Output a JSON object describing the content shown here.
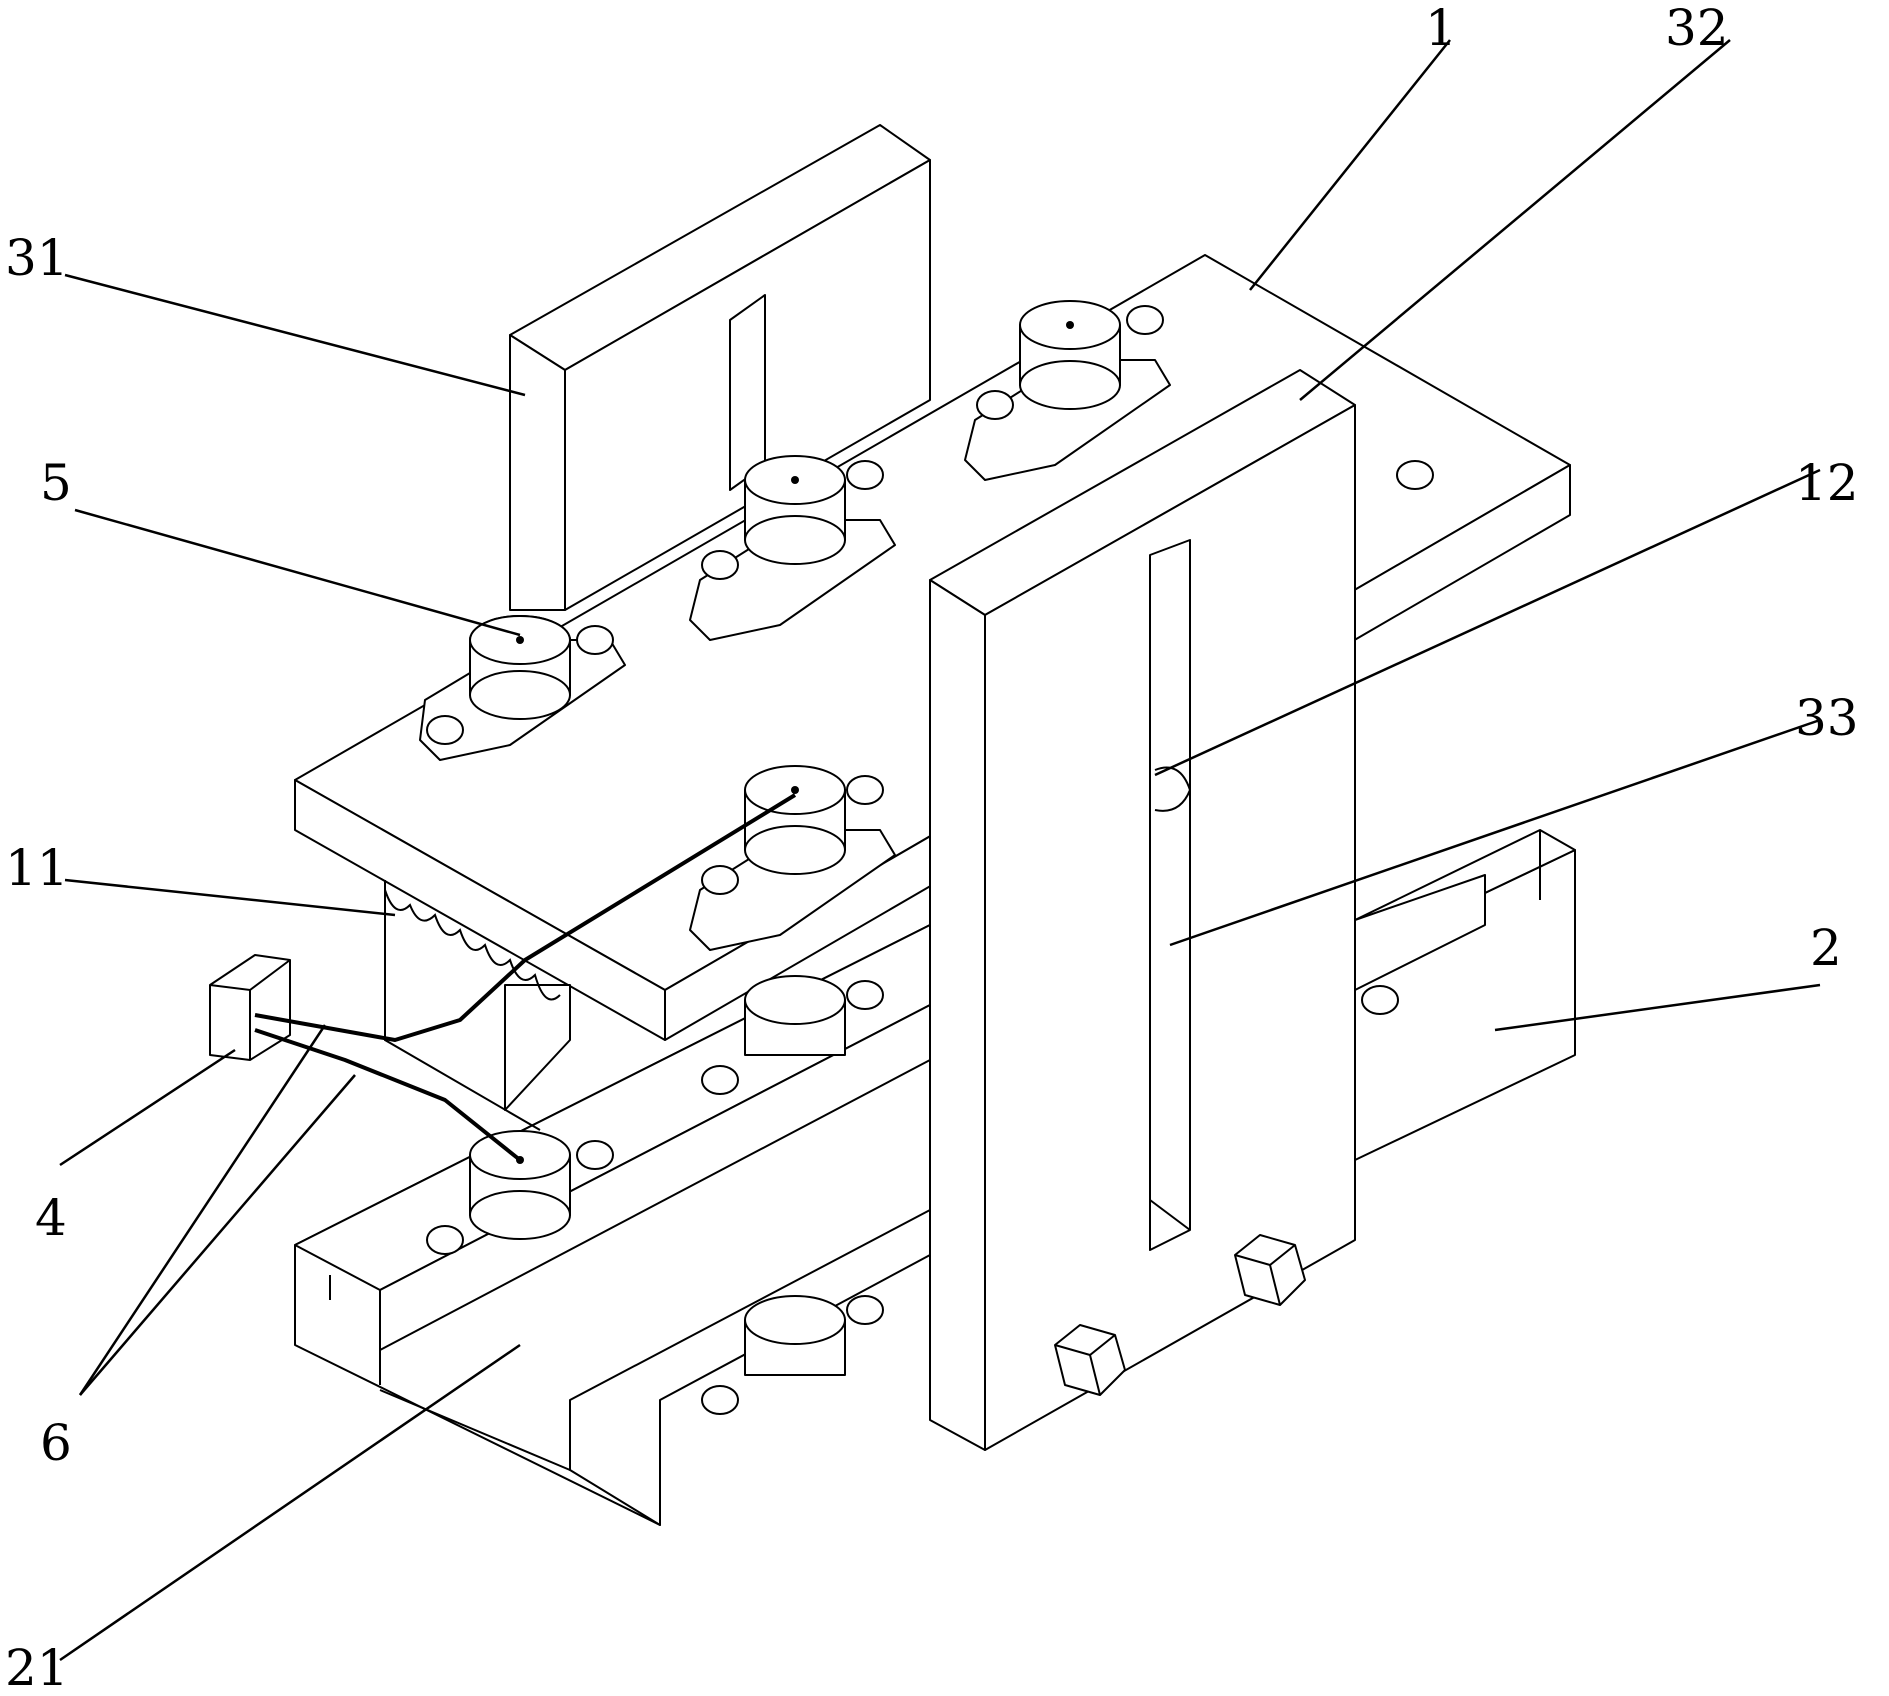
{
  "figure": {
    "labels": {
      "l1": "1",
      "l2": "2",
      "l4": "4",
      "l5": "5",
      "l6": "6",
      "l11": "11",
      "l12": "12",
      "l21": "21",
      "l31": "31",
      "l32": "32",
      "l33": "33"
    }
  }
}
